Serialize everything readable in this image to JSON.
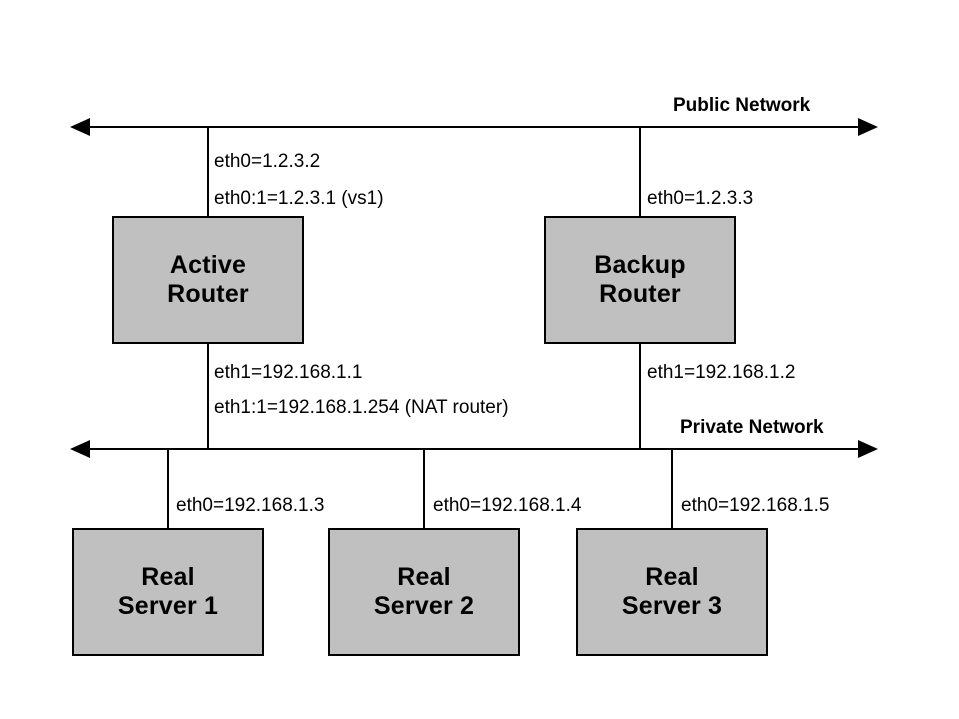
{
  "diagram": {
    "title": "LVS NAT router network topology",
    "colors": {
      "node_fill": "#c0c0c0",
      "stroke": "#000000",
      "background": "#ffffff"
    },
    "networks": [
      {
        "id": "public",
        "label": "Public Network"
      },
      {
        "id": "private",
        "label": "Private Network"
      }
    ],
    "nodes": [
      {
        "id": "active-router",
        "line1": "Active",
        "line2": "Router"
      },
      {
        "id": "backup-router",
        "line1": "Backup",
        "line2": "Router"
      },
      {
        "id": "real-server-1",
        "line1": "Real",
        "line2": "Server 1"
      },
      {
        "id": "real-server-2",
        "line1": "Real",
        "line2": "Server 2"
      },
      {
        "id": "real-server-3",
        "line1": "Real",
        "line2": "Server 3"
      }
    ],
    "interfaces": {
      "active_public_eth0": "eth0=1.2.3.2",
      "active_public_eth0_1": "eth0:1=1.2.3.1 (vs1)",
      "backup_public_eth0": "eth0=1.2.3.3",
      "active_private_eth1": "eth1=192.168.1.1",
      "active_private_eth1_1": "eth1:1=192.168.1.254 (NAT router)",
      "backup_private_eth1": "eth1=192.168.1.2",
      "server1_eth0": "eth0=192.168.1.3",
      "server2_eth0": "eth0=192.168.1.4",
      "server3_eth0": "eth0=192.168.1.5"
    }
  }
}
